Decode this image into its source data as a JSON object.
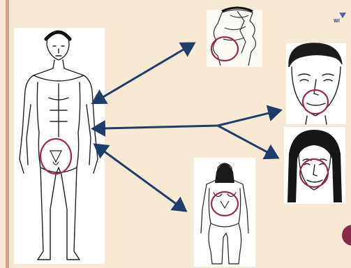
{
  "logo": {
    "text": "WI"
  },
  "colors": {
    "background": "#f7e9d4",
    "arrow": "#1f3d6b",
    "highlight_circle": "#9b2a4a",
    "line_art": "#222222"
  },
  "figures": [
    {
      "id": "male-full-body",
      "icon": "male-body-illustration"
    },
    {
      "id": "torso-sketch",
      "icon": "torso-illustration"
    },
    {
      "id": "man-face",
      "icon": "man-face-illustration"
    },
    {
      "id": "woman-face",
      "icon": "woman-face-illustration"
    },
    {
      "id": "female-full-body",
      "icon": "female-body-illustration"
    }
  ]
}
